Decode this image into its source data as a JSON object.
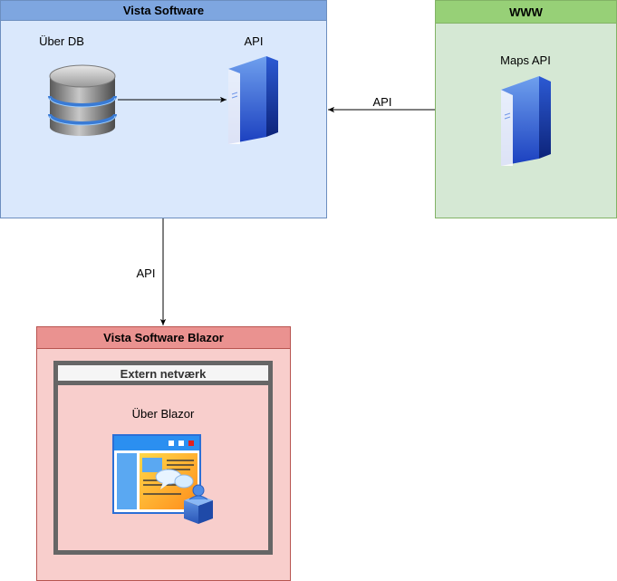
{
  "groups": {
    "vista": {
      "title": "Vista Software"
    },
    "www": {
      "title": "WWW"
    },
    "blazor": {
      "title": "Vista Software Blazor"
    },
    "extern": {
      "title": "Extern netværk"
    }
  },
  "nodes": {
    "db": {
      "label": "Über DB",
      "icon": "database-icon"
    },
    "api": {
      "label": "API",
      "icon": "server-icon"
    },
    "maps_api": {
      "label": "Maps API",
      "icon": "server-icon"
    },
    "blazor_app": {
      "label": "Über Blazor",
      "icon": "web-app-user-icon"
    }
  },
  "edges": {
    "db_to_api": {
      "label": ""
    },
    "maps_to_api": {
      "label": "API"
    },
    "vista_to_blazor": {
      "label": "API"
    }
  },
  "colors": {
    "vista_fill": "#dae8fc",
    "vista_header": "#7ea6e0",
    "www_fill": "#d5e8d4",
    "www_header": "#97d077",
    "blazor_fill": "#f8cecc",
    "blazor_header": "#ea9290",
    "extern_border": "#666666"
  }
}
